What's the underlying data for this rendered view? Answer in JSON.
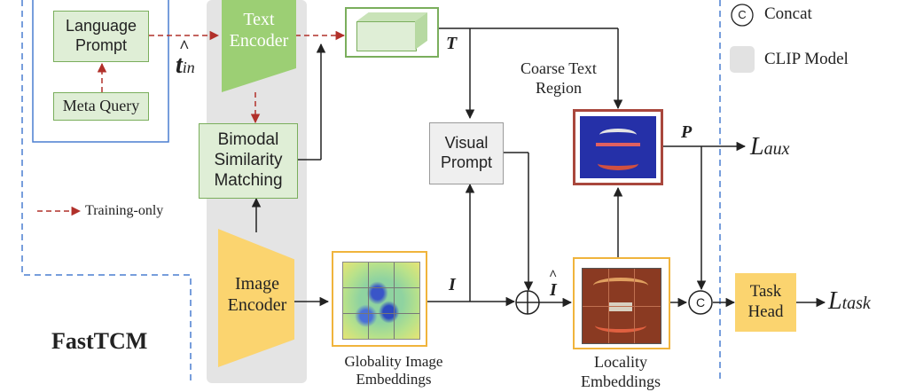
{
  "legend": {
    "concat_symbol": "C",
    "concat_label": "Concat",
    "clip_label": "CLIP Model",
    "training_only_label": "Training-only"
  },
  "boxes": {
    "language_prompt": "Language Prompt",
    "meta_query": "Meta Query",
    "text_encoder": "Text Encoder",
    "bimodal": "Bimodal Similarity Matching",
    "image_encoder": "Image Encoder",
    "visual_prompt": "Visual Prompt",
    "task_head": "Task Head",
    "concat_node": "C"
  },
  "labels": {
    "t_in_main": "t",
    "t_in_sub": "in",
    "T": "T",
    "I": "I",
    "I_hat": "I",
    "P": "P",
    "coarse_text_region": "Coarse Text Region",
    "globality": "Globality Image Embeddings",
    "locality": "Locality Embeddings",
    "L_aux_main": "L",
    "L_aux_sub": "aux",
    "L_task_main": "L",
    "L_task_sub": "task",
    "fasttcm": "FastTCM"
  },
  "colors": {
    "green_border": "#7aae5c",
    "green_fill": "#dfeed6",
    "text_encoder_fill": "#9ccf74",
    "image_encoder_fill": "#fbd46f",
    "orange_border": "#f0b43c",
    "red_border": "#a9473d",
    "blue_dashed": "#4a7fd0",
    "training_arrow": "#b1302a",
    "clip_gray": "#e2e2e2"
  }
}
